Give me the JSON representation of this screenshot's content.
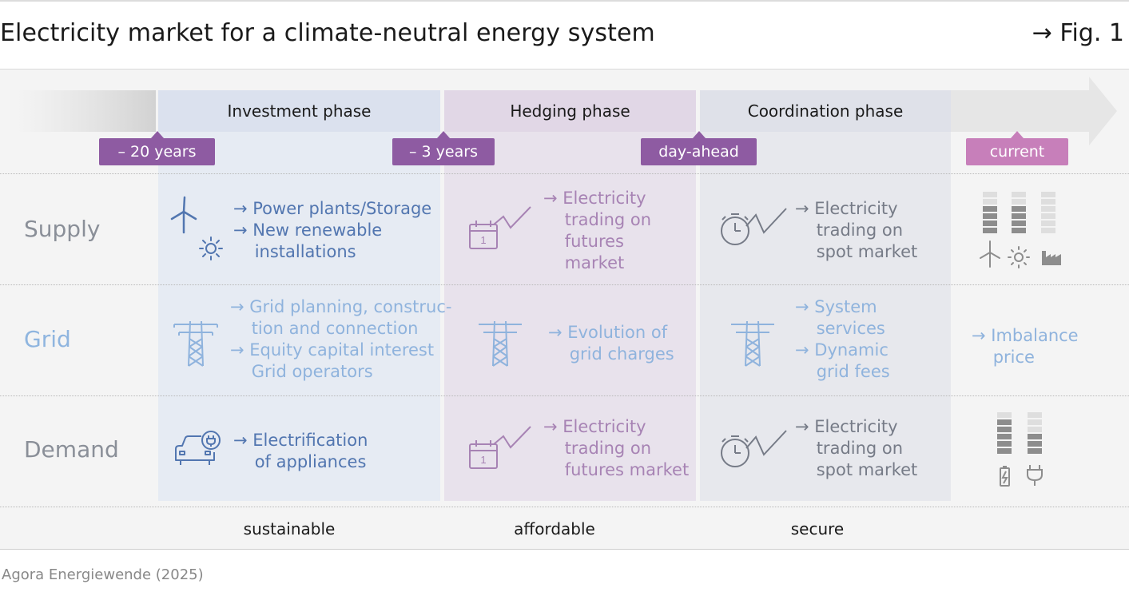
{
  "header": {
    "title": "Electricity market for a climate-neutral energy system",
    "figure_ref": "→ Fig. 1"
  },
  "phases": {
    "investment": "Investment phase",
    "hedging": "Hedging phase",
    "coordination": "Coordination phase"
  },
  "timeline_tags": {
    "t20": "– 20 years",
    "t3": "– 3 years",
    "dayahead": "day-ahead",
    "current": "current"
  },
  "rows": {
    "supply": "Supply",
    "grid": "Grid",
    "demand": "Demand"
  },
  "supply": {
    "investment": "→ Power plants/Storage\n→ New renewable\n    installations",
    "hedging": "→ Electricity\n    trading on\n    futures\n    market",
    "coordination": "→ Electricity\n    trading on\n    spot market"
  },
  "grid": {
    "investment": "→ Grid planning, construc-\n    tion and connection\n→ Equity capital interest\n    Grid operators",
    "hedging": "→ Evolution of\n    grid charges",
    "coordination": "→ System\n    services\n→ Dynamic\n    grid fees",
    "current": "→ Imbalance\n    price"
  },
  "demand": {
    "investment": "→ Electrification\n    of appliances",
    "hedging": "→ Electricity\n    trading on\n    futures market",
    "coordination": "→ Electricity\n    trading on\n    spot market"
  },
  "footer": {
    "sustainable": "sustainable",
    "affordable": "affordable",
    "secure": "secure"
  },
  "source": "Agora Energiewende (2025)",
  "colors": {
    "purple_tag": "#8e5ba2",
    "pink_tag": "#c77fba",
    "blue_text": "#5276b0",
    "light_blue_text": "#8fb3dd",
    "purple_text": "#a783b4",
    "gray_text": "#767b87"
  },
  "icons": [
    "wind-turbine-icon",
    "sun-icon",
    "calendar-chart-icon",
    "stopwatch-chart-icon",
    "pylon-icon",
    "electric-car-icon",
    "factory-icon",
    "battery-icon",
    "plug-icon",
    "bar-level-icon"
  ]
}
